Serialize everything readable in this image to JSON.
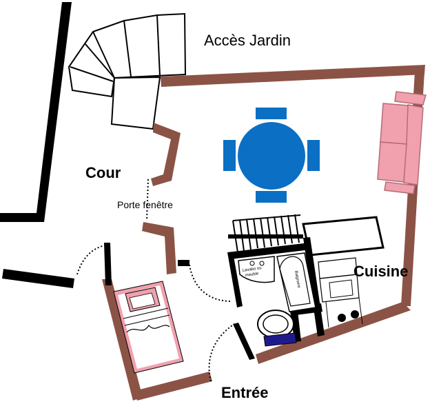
{
  "labels": {
    "garden_access": "Accès Jardin",
    "courtyard": "Cour",
    "french_door": "Porte fenêtre",
    "kitchen": "Cuisine",
    "entrance": "Entrée",
    "washbasin_line1": "Lavabo ou",
    "washbasin_line2": "meuble",
    "bathtub": "Baignoire"
  },
  "colors": {
    "wall": "#8b5346",
    "wall_black": "#000000",
    "table": "#0b6fc4",
    "sofa": "#f0a1ad",
    "bed_frame": "#f0a1ad",
    "toilet_base": "#1f1a8c"
  }
}
